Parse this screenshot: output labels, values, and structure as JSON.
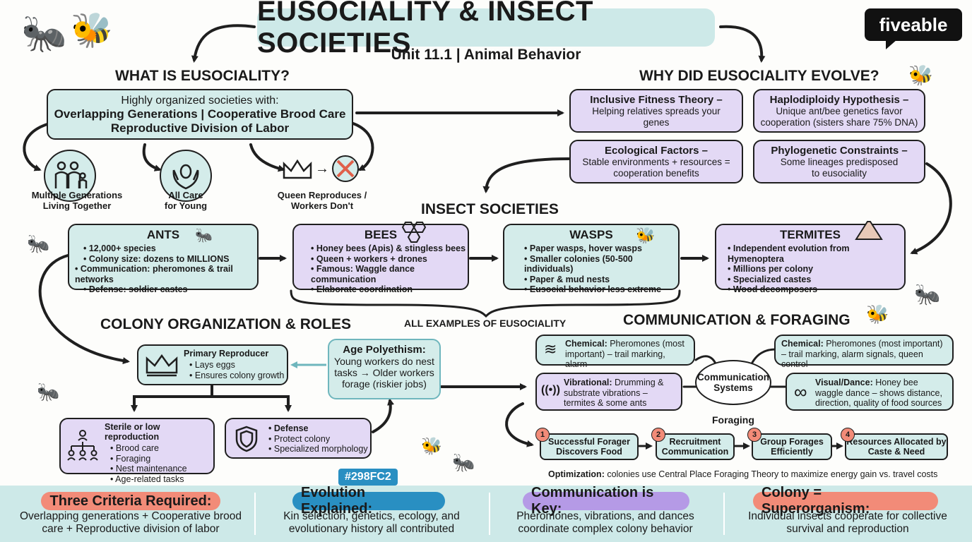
{
  "header": {
    "title": "EUSOCIALITY & INSECT SOCIETIES",
    "subtitle": "Unit 11.1 | Animal Behavior",
    "logo": "fiveable"
  },
  "what": {
    "heading": "WHAT IS EUSOCIALITY?",
    "intro": "Highly organized societies with:",
    "line1": "Overlapping Generations | Cooperative Brood Care",
    "line2": "Reproductive Division of Labor",
    "icons": [
      {
        "label1": "Multiple Generations",
        "label2": "Living Together"
      },
      {
        "label1": "All Care",
        "label2": "for Young"
      },
      {
        "label1": "Queen Reproduces /",
        "label2": "Workers Don't"
      }
    ]
  },
  "why": {
    "heading": "WHY DID EUSOCIALITY EVOLVE?",
    "boxes": [
      {
        "title": "Inclusive Fitness Theory –",
        "body": "Helping relatives spreads your genes"
      },
      {
        "title": "Haplodiploidy Hypothesis –",
        "body": "Unique ant/bee genetics favor cooperation (sisters share 75% DNA)"
      },
      {
        "title": "Ecological Factors –",
        "body": "Stable environments + resources = cooperation benefits"
      },
      {
        "title": "Phylogenetic Constraints –",
        "body": "Some lineages predisposed to eusociality"
      }
    ]
  },
  "insects": {
    "heading": "INSECT SOCIETIES",
    "footer": "ALL EXAMPLES OF EUSOCIALITY",
    "ants": {
      "title": "ANTS",
      "items": [
        "12,000+ species",
        "Colony size: dozens to MILLIONS",
        "Communication: pheromones & trail networks",
        "Defense: soldier castes"
      ]
    },
    "bees": {
      "title": "BEES",
      "items": [
        "Honey bees (Apis) & stingless bees",
        "Queen + workers + drones",
        "Famous: Waggle dance communication",
        "Elaborate coordination"
      ]
    },
    "wasps": {
      "title": "WASPS",
      "items": [
        "Paper wasps, hover wasps",
        "Smaller colonies (50-500 individuals)",
        "Paper & mud nests",
        "Eusocial behavior less extreme"
      ]
    },
    "termites": {
      "title": "TERMITES",
      "items": [
        "Independent evolution from Hymenoptera",
        "Millions per colony",
        "Specialized castes",
        "Wood decomposers"
      ]
    }
  },
  "colony": {
    "heading": "COLONY ORGANIZATION & ROLES",
    "reproducer": {
      "title": "Primary Reproducer",
      "items": [
        "Lays eggs",
        "Ensures colony growth"
      ]
    },
    "age": {
      "title": "Age Polyethism:",
      "body": "Young workers do nest tasks → Older workers forage (riskier jobs)"
    },
    "sterile": {
      "title": "Sterile or low reproduction",
      "items": [
        "Brood care",
        "Foraging",
        "Nest maintenance",
        "Age-related tasks"
      ]
    },
    "defense": {
      "title": "Defense",
      "items": [
        "Protect colony",
        "Specialized morphology"
      ]
    }
  },
  "comm": {
    "heading": "COMMUNICATION & FORAGING",
    "center": "Communication Systems",
    "chem1": {
      "label": "Chemical:",
      "body": " Pheromones (most important) – trail marking, alarm"
    },
    "chem2": {
      "label": "Chemical:",
      "body": " Pheromones (most important) – trail marking, alarm signals, queen control"
    },
    "vib": {
      "label": "Vibrational:",
      "body": " Drumming & substrate vibrations – termites & some ants"
    },
    "visual": {
      "label": "Visual/Dance:",
      "body": " Honey bee waggle dance – shows distance, direction, quality of food sources"
    },
    "foraging_label": "Foraging",
    "steps": [
      {
        "n": "1",
        "text": "Successful Forager Discovers Food"
      },
      {
        "n": "2",
        "text": "Recruitment Communication"
      },
      {
        "n": "3",
        "text": "Group Forages Efficiently"
      },
      {
        "n": "4",
        "text": "Resources Allocated by Caste & Need"
      }
    ],
    "opt_label": "Optimization:",
    "opt_text": " colonies use Central Place Foraging Theory to maximize energy gain vs. travel costs"
  },
  "hex_tag": "#298FC2",
  "summary": [
    {
      "title": "Three Criteria Required:",
      "text": "Overlapping generations + Cooperative brood care + Reproductive division of labor",
      "color": "#f28b78"
    },
    {
      "title": "Evolution Explained:",
      "text": "Kin selection, genetics, ecology, and evolutionary history all contributed",
      "color": "#298fc2"
    },
    {
      "title": "Communication is Key:",
      "text": "Pheromones, vibrations, and dances coordinate complex colony behavior",
      "color": "#b59ae6"
    },
    {
      "title": "Colony = Superorganism:",
      "text": "Individual insects cooperate for collective survival and reproduction",
      "color": "#f28b78"
    }
  ]
}
